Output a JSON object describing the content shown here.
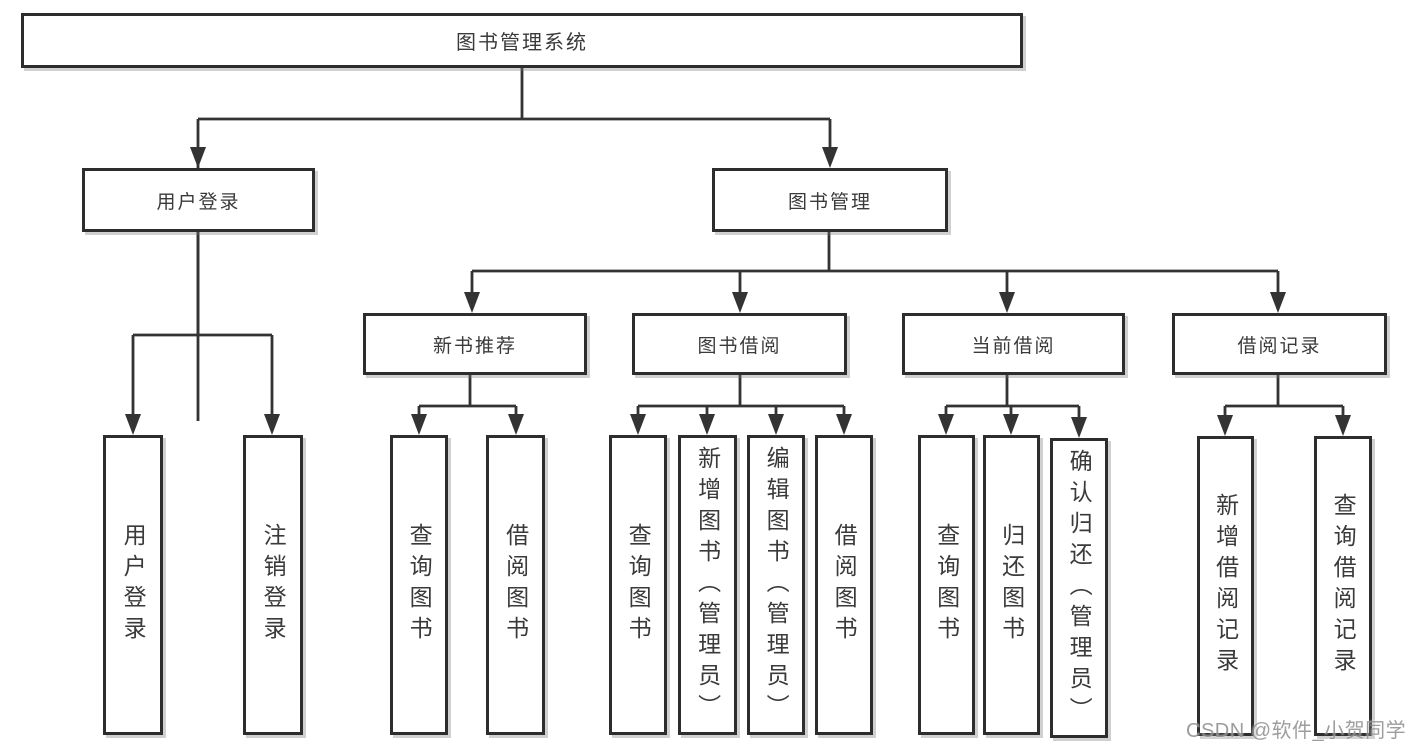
{
  "diagram": {
    "root": {
      "label": "图书管理系统"
    },
    "branches": [
      {
        "label": "用户登录",
        "children": [
          {
            "label": "用户登录"
          },
          {
            "label": "注销登录"
          }
        ]
      },
      {
        "label": "图书管理",
        "sections": [
          {
            "label": "新书推荐",
            "children": [
              {
                "label": "查询图书"
              },
              {
                "label": "借阅图书"
              }
            ]
          },
          {
            "label": "图书借阅",
            "children": [
              {
                "label": "查询图书"
              },
              {
                "label": "新增图书（管理员）"
              },
              {
                "label": "编辑图书（管理员）"
              },
              {
                "label": "借阅图书"
              }
            ]
          },
          {
            "label": "当前借阅",
            "children": [
              {
                "label": "查询图书"
              },
              {
                "label": "归还图书"
              },
              {
                "label": "确认归还（管理员）"
              }
            ]
          },
          {
            "label": "借阅记录",
            "children": [
              {
                "label": "新增借阅记录"
              },
              {
                "label": "查询借阅记录"
              }
            ]
          }
        ]
      }
    ]
  },
  "watermark": {
    "text": "CSDN @软件_小贺同学"
  },
  "colors": {
    "line": "#333333",
    "border": "#2d2d2d",
    "text": "#3a3a3a",
    "watermark": "#878787"
  }
}
